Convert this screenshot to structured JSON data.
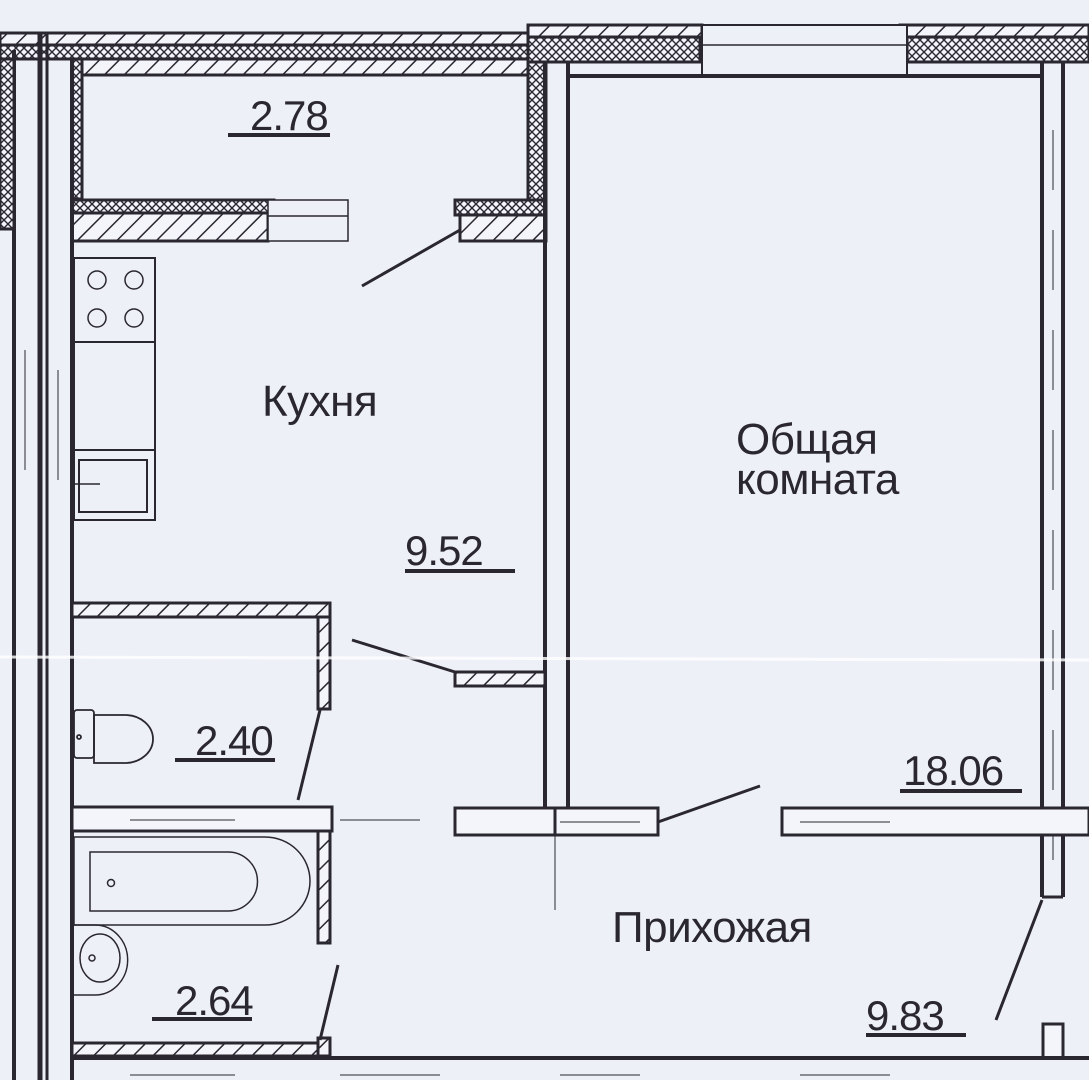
{
  "plan": {
    "type": "apartment-floor-plan",
    "colors": {
      "paper": "#eef0f8",
      "ink": "#2a2730",
      "wall_fill": "#f4f5fa"
    },
    "rooms": [
      {
        "id": "balcony",
        "name": "",
        "area": "2.78"
      },
      {
        "id": "kitchen",
        "name": "Кухня",
        "area": "9.52"
      },
      {
        "id": "living",
        "name_line1": "Общая",
        "name_line2": "комната",
        "area": "18.06"
      },
      {
        "id": "toilet",
        "name": "",
        "area": "2.40"
      },
      {
        "id": "bathroom",
        "name": "",
        "area": "2.64"
      },
      {
        "id": "hallway",
        "name": "Прихожая",
        "area": "9.83"
      }
    ],
    "fixtures": [
      "stove-icon",
      "sink-icon",
      "toilet-icon",
      "bathtub-icon",
      "washbasin-icon"
    ]
  }
}
